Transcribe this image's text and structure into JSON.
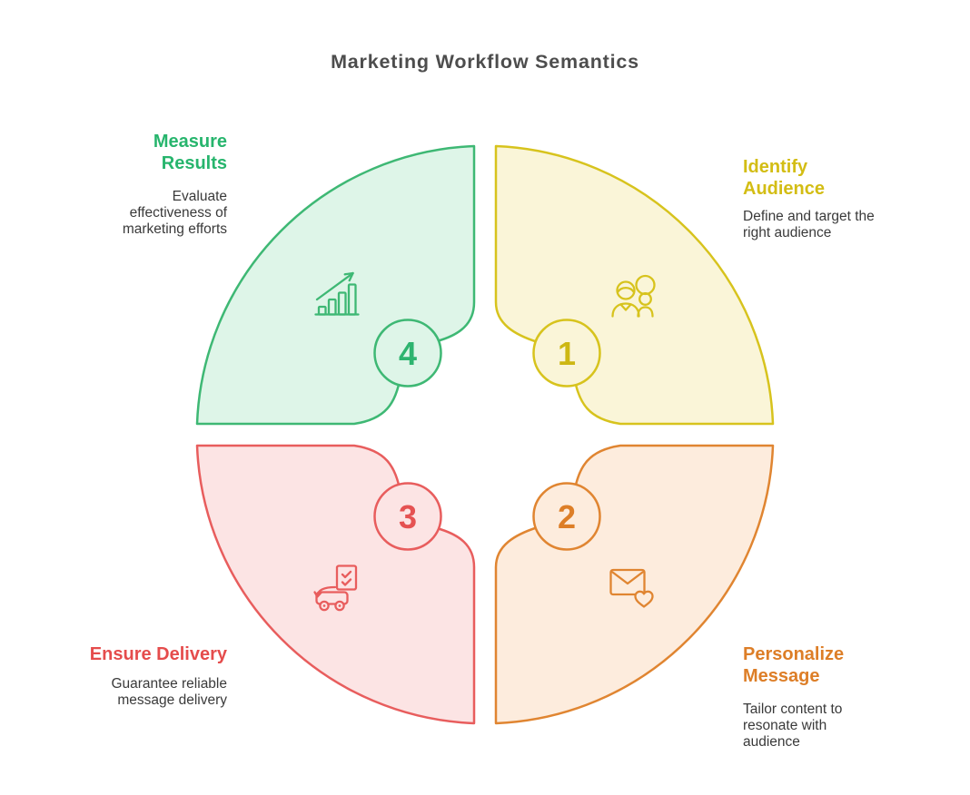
{
  "title": {
    "text": "Marketing Workflow Semantics",
    "color": "#4d4d4d"
  },
  "diagram": {
    "type": "circular-quadrant-cycle",
    "steps": [
      {
        "number": "1",
        "title": "Identify Audience",
        "description": "Define and target the right audience",
        "icon": "people-group-icon",
        "position": "top-right",
        "accent_color": "#d7c31d",
        "title_color": "#d3bd14",
        "fill_color": "#faf5d8"
      },
      {
        "number": "2",
        "title": "Personalize Message",
        "description": "Tailor content to resonate with audience",
        "icon": "envelope-heart-icon",
        "position": "bottom-right",
        "accent_color": "#e08531",
        "title_color": "#dd7e27",
        "fill_color": "#fdecdd"
      },
      {
        "number": "3",
        "title": "Ensure Delivery",
        "description": "Guarantee reliable message delivery",
        "icon": "delivery-truck-checklist-icon",
        "position": "bottom-left",
        "accent_color": "#e85d5d",
        "title_color": "#e54c4c",
        "fill_color": "#fce4e4"
      },
      {
        "number": "4",
        "title": "Measure Results",
        "description": "Evaluate effectiveness of marketing efforts",
        "icon": "growth-chart-icon",
        "position": "top-left",
        "accent_color": "#3eb874",
        "title_color": "#27b56d",
        "fill_color": "#def5e8"
      }
    ],
    "description_text_color": "#3a3a3a",
    "background_color": "#ffffff"
  }
}
